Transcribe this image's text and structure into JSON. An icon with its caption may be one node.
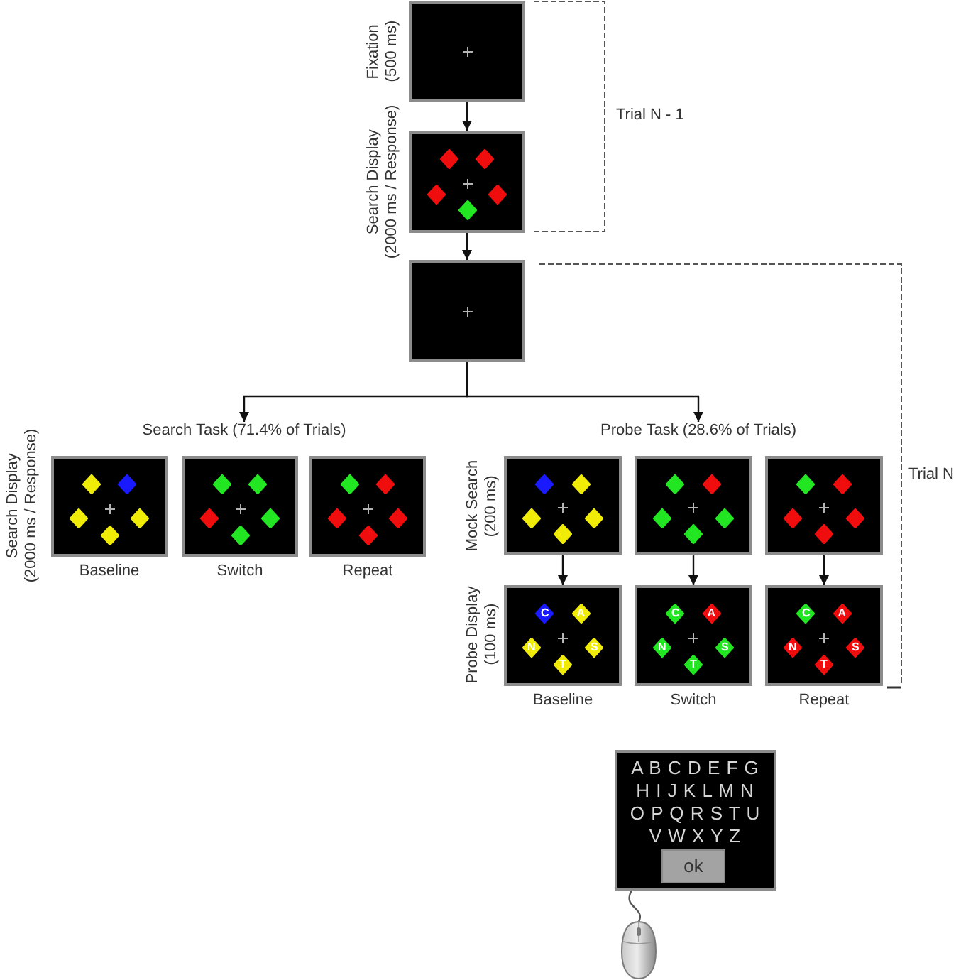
{
  "diagram": {
    "nodes": [
      {
        "text": [],
        "shape": "box",
        "beside": [
          "Fixation (500 ms)"
        ]
      },
      {
        "text": [],
        "shape": "box",
        "beside": [
          "Search Display (2000 ms / Response)"
        ]
      },
      {
        "text": [],
        "shape": "box"
      },
      {
        "text": [
          "Search Task (71.4% of Trials)"
        ]
      },
      {
        "text": [
          "Probe Task (28.6% of Trials)"
        ]
      },
      {
        "text": [],
        "shape": "box",
        "beside": [
          "Search Display (2000 ms / Response)",
          "Baseline"
        ]
      },
      {
        "text": [],
        "shape": "box",
        "beside": [
          "Switch"
        ]
      },
      {
        "text": [],
        "shape": "box",
        "beside": [
          "Repeat"
        ]
      },
      {
        "text": [],
        "shape": "box",
        "beside": [
          "Mock Search (200 ms)"
        ]
      },
      {
        "text": [],
        "shape": "box"
      },
      {
        "text": [],
        "shape": "box"
      },
      {
        "text": [
          "C",
          "A",
          "N",
          "S",
          "T"
        ],
        "beside": [
          "Probe Display (100 ms)",
          "Baseline"
        ]
      },
      {
        "text": [
          "C",
          "A",
          "N",
          "S",
          "T"
        ],
        "beside": [
          "Switch"
        ]
      },
      {
        "text": [
          "C",
          "A",
          "N",
          "S",
          "T"
        ],
        "beside": [
          "Repeat"
        ]
      },
      {
        "text": [
          "A B C D E F G H I J K L M N O P Q R S T U V W X Y Z"
        ]
      },
      {
        "text": [
          "ok"
        ],
        "in": 14
      },
      {
        "text": [],
        "shape": "picture"
      }
    ],
    "edges": [
      {
        "from": 0,
        "to": 1,
        "arrow": "to"
      },
      {
        "from": 1,
        "to": 2,
        "arrow": "to"
      },
      {
        "from": 2,
        "to": 3,
        "arrow": "to"
      },
      {
        "from": 2,
        "to": 4,
        "arrow": "to"
      },
      {
        "from": 8,
        "to": 11,
        "arrow": "to"
      },
      {
        "from": 9,
        "to": 12,
        "arrow": "to"
      },
      {
        "from": 10,
        "to": 13,
        "arrow": "to"
      },
      {
        "from": 14,
        "to": 16,
        "arrow": "none"
      }
    ],
    "labels": [
      "Trial N - 1",
      "Trial N"
    ]
  }
}
